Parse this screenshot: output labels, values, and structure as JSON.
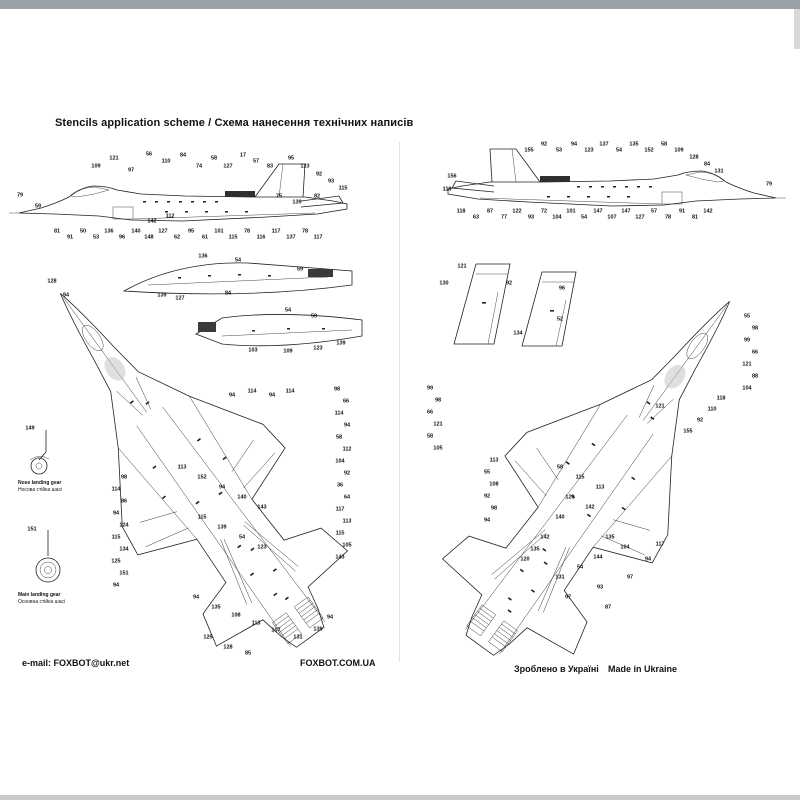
{
  "page": {
    "title": "Stencils application scheme / Схема нанесення технічних написів",
    "footer": {
      "email": "e-mail: FOXBOT@ukr.net",
      "site": "FOXBOT.COM.UA",
      "made_in_ua": "Зроблено в Україні",
      "made_in_en": "Made in Ukraine"
    }
  },
  "landing_gear": {
    "nose": {
      "en": "Nose landing gear",
      "ua": "Носова стійка шасі"
    },
    "main": {
      "en": "Main landing gear",
      "ua": "Основна стійка шасі"
    }
  },
  "callouts": [
    [
      "109",
      96,
      167
    ],
    [
      "121",
      114,
      159
    ],
    [
      "97",
      131,
      171
    ],
    [
      "56",
      149,
      155
    ],
    [
      "110",
      166,
      162
    ],
    [
      "84",
      183,
      156
    ],
    [
      "74",
      199,
      167
    ],
    [
      "58",
      214,
      159
    ],
    [
      "127",
      228,
      167
    ],
    [
      "17",
      243,
      156
    ],
    [
      "57",
      256,
      162
    ],
    [
      "83",
      270,
      167
    ],
    [
      "95",
      291,
      159
    ],
    [
      "123",
      305,
      167
    ],
    [
      "92",
      319,
      175
    ],
    [
      "93",
      331,
      182
    ],
    [
      "115",
      343,
      189
    ],
    [
      "79",
      20,
      196
    ],
    [
      "59",
      38,
      207
    ],
    [
      "75",
      279,
      197
    ],
    [
      "139",
      297,
      203
    ],
    [
      "82",
      317,
      197
    ],
    [
      "81",
      57,
      232
    ],
    [
      "91",
      70,
      238
    ],
    [
      "50",
      83,
      232
    ],
    [
      "53",
      96,
      238
    ],
    [
      "136",
      109,
      232
    ],
    [
      "96",
      122,
      238
    ],
    [
      "140",
      136,
      232
    ],
    [
      "148",
      149,
      238
    ],
    [
      "127",
      163,
      232
    ],
    [
      "62",
      177,
      238
    ],
    [
      "95",
      191,
      232
    ],
    [
      "61",
      205,
      238
    ],
    [
      "101",
      219,
      232
    ],
    [
      "115",
      233,
      238
    ],
    [
      "78",
      247,
      232
    ],
    [
      "116",
      261,
      238
    ],
    [
      "117",
      276,
      232
    ],
    [
      "137",
      291,
      238
    ],
    [
      "78",
      305,
      232
    ],
    [
      "117",
      318,
      238
    ],
    [
      "142",
      152,
      222
    ],
    [
      "112",
      170,
      217
    ],
    [
      "136",
      203,
      257
    ],
    [
      "54",
      238,
      261
    ],
    [
      "139",
      162,
      296
    ],
    [
      "127",
      180,
      299
    ],
    [
      "84",
      228,
      294
    ],
    [
      "59",
      300,
      270
    ],
    [
      "54",
      288,
      311
    ],
    [
      "59",
      314,
      317
    ],
    [
      "103",
      253,
      351
    ],
    [
      "109",
      288,
      352
    ],
    [
      "123",
      318,
      349
    ],
    [
      "139",
      341,
      344
    ],
    [
      "128",
      52,
      282
    ],
    [
      "94",
      66,
      296
    ],
    [
      "98",
      337,
      390
    ],
    [
      "66",
      346,
      402
    ],
    [
      "114",
      339,
      414
    ],
    [
      "94",
      347,
      426
    ],
    [
      "58",
      339,
      438
    ],
    [
      "112",
      347,
      450
    ],
    [
      "104",
      340,
      462
    ],
    [
      "92",
      347,
      474
    ],
    [
      "36",
      340,
      486
    ],
    [
      "64",
      347,
      498
    ],
    [
      "117",
      340,
      510
    ],
    [
      "113",
      347,
      522
    ],
    [
      "115",
      340,
      534
    ],
    [
      "105",
      347,
      546
    ],
    [
      "143",
      340,
      558
    ],
    [
      "94",
      232,
      396
    ],
    [
      "114",
      252,
      392
    ],
    [
      "94",
      272,
      396
    ],
    [
      "114",
      290,
      392
    ],
    [
      "98",
      124,
      478
    ],
    [
      "114",
      116,
      490
    ],
    [
      "86",
      124,
      502
    ],
    [
      "94",
      116,
      514
    ],
    [
      "124",
      124,
      526
    ],
    [
      "115",
      116,
      538
    ],
    [
      "134",
      124,
      550
    ],
    [
      "125",
      116,
      562
    ],
    [
      "151",
      124,
      574
    ],
    [
      "94",
      116,
      586
    ],
    [
      "113",
      182,
      468
    ],
    [
      "152",
      202,
      478
    ],
    [
      "94",
      222,
      488
    ],
    [
      "140",
      242,
      498
    ],
    [
      "143",
      262,
      508
    ],
    [
      "115",
      202,
      518
    ],
    [
      "139",
      222,
      528
    ],
    [
      "54",
      242,
      538
    ],
    [
      "123",
      262,
      548
    ],
    [
      "94",
      196,
      598
    ],
    [
      "135",
      216,
      608
    ],
    [
      "108",
      236,
      616
    ],
    [
      "113",
      256,
      624
    ],
    [
      "107",
      276,
      631
    ],
    [
      "128",
      228,
      648
    ],
    [
      "85",
      248,
      654
    ],
    [
      "125",
      208,
      638
    ],
    [
      "131",
      298,
      638
    ],
    [
      "139",
      318,
      630
    ],
    [
      "94",
      330,
      618
    ],
    [
      "149",
      30,
      429
    ],
    [
      "151",
      32,
      530
    ],
    [
      "155",
      529,
      151
    ],
    [
      "92",
      544,
      145
    ],
    [
      "53",
      559,
      151
    ],
    [
      "94",
      574,
      145
    ],
    [
      "123",
      589,
      151
    ],
    [
      "137",
      604,
      145
    ],
    [
      "54",
      619,
      151
    ],
    [
      "135",
      634,
      145
    ],
    [
      "152",
      649,
      151
    ],
    [
      "58",
      664,
      145
    ],
    [
      "109",
      679,
      151
    ],
    [
      "128",
      694,
      158
    ],
    [
      "84",
      707,
      165
    ],
    [
      "131",
      719,
      172
    ],
    [
      "156",
      452,
      177
    ],
    [
      "118",
      447,
      190
    ],
    [
      "79",
      769,
      185
    ],
    [
      "118",
      461,
      212
    ],
    [
      "63",
      476,
      218
    ],
    [
      "87",
      490,
      212
    ],
    [
      "77",
      504,
      218
    ],
    [
      "122",
      517,
      212
    ],
    [
      "93",
      531,
      218
    ],
    [
      "72",
      544,
      212
    ],
    [
      "104",
      557,
      218
    ],
    [
      "101",
      571,
      212
    ],
    [
      "54",
      584,
      218
    ],
    [
      "147",
      598,
      212
    ],
    [
      "107",
      612,
      218
    ],
    [
      "147",
      626,
      212
    ],
    [
      "127",
      640,
      218
    ],
    [
      "57",
      654,
      212
    ],
    [
      "78",
      668,
      218
    ],
    [
      "91",
      682,
      212
    ],
    [
      "81",
      695,
      218
    ],
    [
      "142",
      708,
      212
    ],
    [
      "121",
      462,
      267
    ],
    [
      "130",
      444,
      284
    ],
    [
      "92",
      509,
      284
    ],
    [
      "96",
      562,
      289
    ],
    [
      "134",
      518,
      334
    ],
    [
      "52",
      560,
      320
    ],
    [
      "55",
      747,
      317
    ],
    [
      "98",
      755,
      329
    ],
    [
      "99",
      747,
      341
    ],
    [
      "66",
      755,
      353
    ],
    [
      "121",
      747,
      365
    ],
    [
      "88",
      755,
      377
    ],
    [
      "104",
      747,
      389
    ],
    [
      "118",
      721,
      399
    ],
    [
      "110",
      712,
      410
    ],
    [
      "92",
      700,
      421
    ],
    [
      "121",
      660,
      407
    ],
    [
      "155",
      688,
      432
    ],
    [
      "99",
      430,
      389
    ],
    [
      "98",
      438,
      401
    ],
    [
      "66",
      430,
      413
    ],
    [
      "121",
      438,
      425
    ],
    [
      "58",
      430,
      437
    ],
    [
      "105",
      438,
      449
    ],
    [
      "113",
      494,
      461
    ],
    [
      "55",
      487,
      473
    ],
    [
      "108",
      494,
      485
    ],
    [
      "92",
      487,
      497
    ],
    [
      "98",
      494,
      509
    ],
    [
      "94",
      487,
      521
    ],
    [
      "58",
      560,
      468
    ],
    [
      "115",
      580,
      478
    ],
    [
      "113",
      600,
      488
    ],
    [
      "123",
      570,
      498
    ],
    [
      "142",
      590,
      508
    ],
    [
      "140",
      560,
      518
    ],
    [
      "142",
      545,
      538
    ],
    [
      "135",
      535,
      550
    ],
    [
      "120",
      525,
      560
    ],
    [
      "135",
      610,
      538
    ],
    [
      "104",
      625,
      548
    ],
    [
      "144",
      598,
      558
    ],
    [
      "54",
      580,
      568
    ],
    [
      "131",
      560,
      578
    ],
    [
      "93",
      600,
      588
    ],
    [
      "97",
      568,
      598
    ],
    [
      "87",
      608,
      608
    ],
    [
      "97",
      630,
      578
    ],
    [
      "94",
      648,
      560
    ],
    [
      "117",
      660,
      545
    ]
  ]
}
